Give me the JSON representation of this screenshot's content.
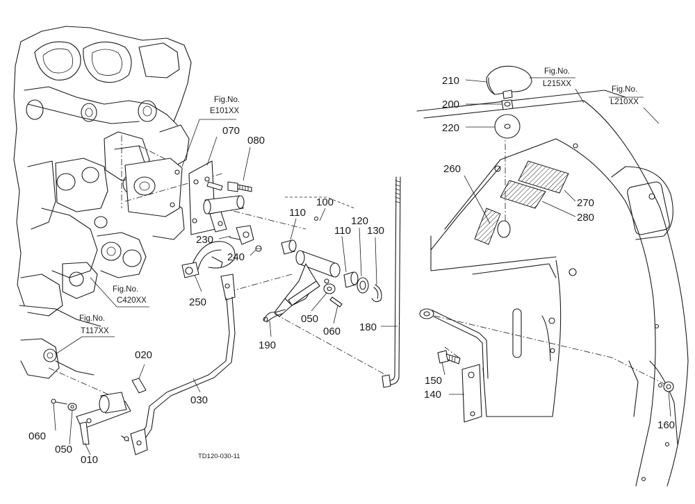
{
  "diagram_code": "TD120-030-11",
  "fig_refs": [
    {
      "id": "e101",
      "label": "Fig.No.",
      "code": "E101XX"
    },
    {
      "id": "c420",
      "label": "Fig.No.",
      "code": "C420XX"
    },
    {
      "id": "t117",
      "label": "Fig.No.",
      "code": "T117XX"
    },
    {
      "id": "l215",
      "label": "Fig.No.",
      "code": "L215XX"
    },
    {
      "id": "l210",
      "label": "Fig.No.",
      "code": "L210XX"
    }
  ],
  "parts": [
    {
      "id": "p010",
      "number": "010"
    },
    {
      "id": "p020",
      "number": "020"
    },
    {
      "id": "p030",
      "number": "030"
    },
    {
      "id": "p050a",
      "number": "050"
    },
    {
      "id": "p050b",
      "number": "050"
    },
    {
      "id": "p060a",
      "number": "060"
    },
    {
      "id": "p060b",
      "number": "060"
    },
    {
      "id": "p070",
      "number": "070"
    },
    {
      "id": "p080",
      "number": "080"
    },
    {
      "id": "p100",
      "number": "100"
    },
    {
      "id": "p110a",
      "number": "110"
    },
    {
      "id": "p110b",
      "number": "110"
    },
    {
      "id": "p120",
      "number": "120"
    },
    {
      "id": "p130",
      "number": "130"
    },
    {
      "id": "p140",
      "number": "140"
    },
    {
      "id": "p150",
      "number": "150"
    },
    {
      "id": "p160",
      "number": "160"
    },
    {
      "id": "p180",
      "number": "180"
    },
    {
      "id": "p190",
      "number": "190"
    },
    {
      "id": "p200",
      "number": "200"
    },
    {
      "id": "p210",
      "number": "210"
    },
    {
      "id": "p220",
      "number": "220"
    },
    {
      "id": "p230",
      "number": "230"
    },
    {
      "id": "p240",
      "number": "240"
    },
    {
      "id": "p250",
      "number": "250"
    },
    {
      "id": "p260",
      "number": "260"
    },
    {
      "id": "p270",
      "number": "270"
    },
    {
      "id": "p280",
      "number": "280"
    }
  ]
}
